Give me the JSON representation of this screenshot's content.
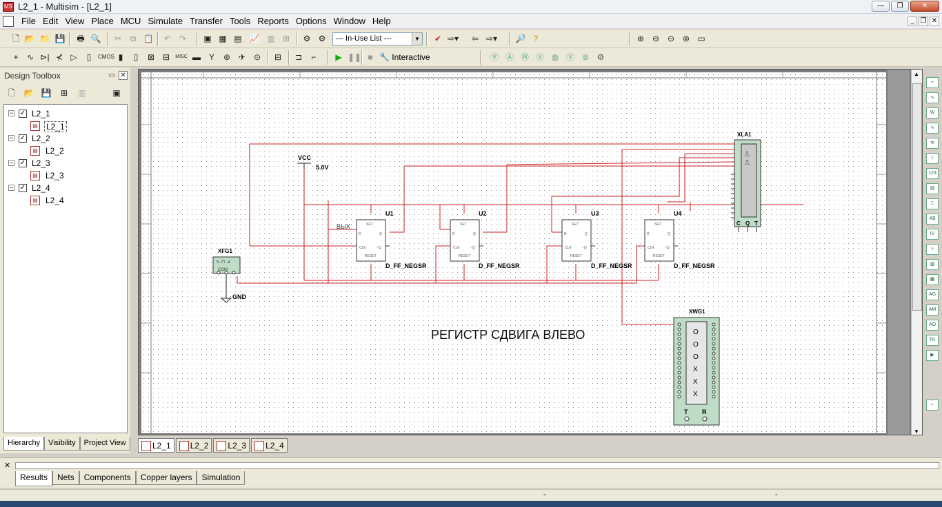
{
  "window": {
    "title": "L2_1 - Multisim - [L2_1]"
  },
  "menu": [
    "File",
    "Edit",
    "View",
    "Place",
    "MCU",
    "Simulate",
    "Transfer",
    "Tools",
    "Reports",
    "Options",
    "Window",
    "Help"
  ],
  "toolbar": {
    "in_use_list": "--- In-Use List ---",
    "interactive_label": "Interactive"
  },
  "toolbox": {
    "title": "Design Toolbox",
    "tree": [
      {
        "label": "L2_1",
        "child": "L2_1"
      },
      {
        "label": "L2_2",
        "child": "L2_2"
      },
      {
        "label": "L2_3",
        "child": "L2_3"
      },
      {
        "label": "L2_4",
        "child": "L2_4"
      }
    ],
    "tabs": [
      "Hierarchy",
      "Visibility",
      "Project View"
    ]
  },
  "schematic": {
    "heading": "РЕГИСТР СДВИГА ВЛЕВО",
    "vcc_label": "VCC",
    "vcc_value": "5.0V",
    "gnd_label": "GND",
    "function_generator": "XFG1",
    "logic_analyzer": "XLA1",
    "word_generator": "XWG1",
    "output_label": "ВЫХ",
    "flipflops": [
      {
        "ref": "U1",
        "model": "D_FF_NEGSR"
      },
      {
        "ref": "U2",
        "model": "D_FF_NEGSR"
      },
      {
        "ref": "U3",
        "model": "D_FF_NEGSR"
      },
      {
        "ref": "U4",
        "model": "D_FF_NEGSR"
      }
    ],
    "ff_pin_labels": {
      "set": "SET",
      "d": "D",
      "clk": "CLK",
      "q": "Q",
      "qn": "~Q",
      "reset": "RESET"
    },
    "analyzer_pins": {
      "c": "C",
      "q": "Q",
      "t": "T"
    },
    "word_gen_display": [
      "O",
      "O",
      "O",
      "X",
      "X",
      "X"
    ],
    "word_gen_pins": {
      "t": "T",
      "r": "R"
    },
    "fg_pins": "COM",
    "wire_color": "#cc2222"
  },
  "sheet_tabs": [
    "L2_1",
    "L2_2",
    "L2_3",
    "L2_4"
  ],
  "output_tabs": [
    "Results",
    "Nets",
    "Components",
    "Copper layers",
    "Simulation"
  ],
  "status": {
    "cell1": "-",
    "cell2": "-"
  }
}
